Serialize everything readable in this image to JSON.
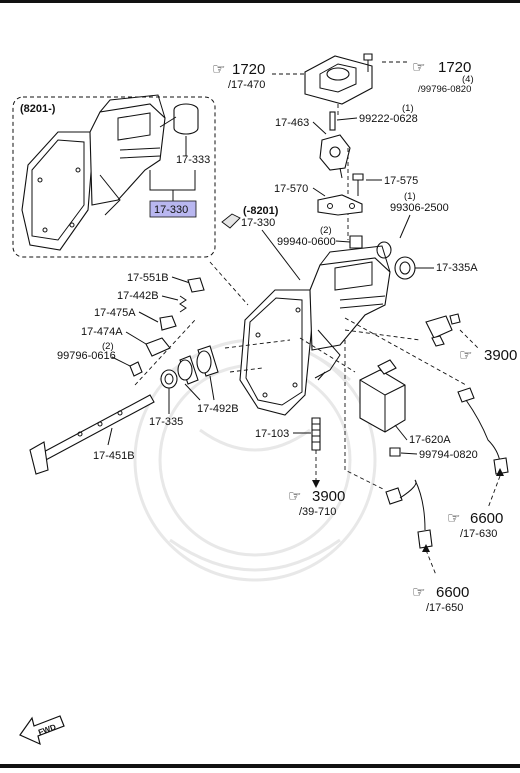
{
  "inset_label": "(8201-)",
  "refs": {
    "r1720a": "1720",
    "r1720a_sub": "/17-470",
    "r1720b": "1720",
    "r1720b_qty": "(4)",
    "r1720b_sub": "/99796-0820",
    "r3900a": "3900",
    "r3900b": "3900",
    "r3900b_sub": "/39-710",
    "r6600a": "6600",
    "r6600a_sub": "/17-630",
    "r6600b": "6600",
    "r6600b_sub": "/17-650"
  },
  "parts": {
    "p17463": "17-463",
    "p99222_qty": "(1)",
    "p99222": "99222-0628",
    "p17333": "17-333",
    "p17330_highlight": "17-330",
    "p17575": "17-575",
    "p17570": "17-570",
    "p99306_qty": "(1)",
    "p99306": "99306-2500",
    "p8201": "(-8201)",
    "p17330": "17-330",
    "p99940_qty": "(2)",
    "p99940": "99940-0600",
    "p17335A": "17-335A",
    "p17551B": "17-551B",
    "p17442B": "17-442B",
    "p17475A": "17-475A",
    "p17474A": "17-474A",
    "p99796_qty": "(2)",
    "p99796": "99796-0616",
    "p17335": "17-335",
    "p17492B": "17-492B",
    "p17451B": "17-451B",
    "p17103": "17-103",
    "p17620A": "17-620A",
    "p99794": "99794-0820"
  },
  "fwd_label": "FWD",
  "colors": {
    "highlight": "#b9b7f0",
    "line": "#111111"
  }
}
